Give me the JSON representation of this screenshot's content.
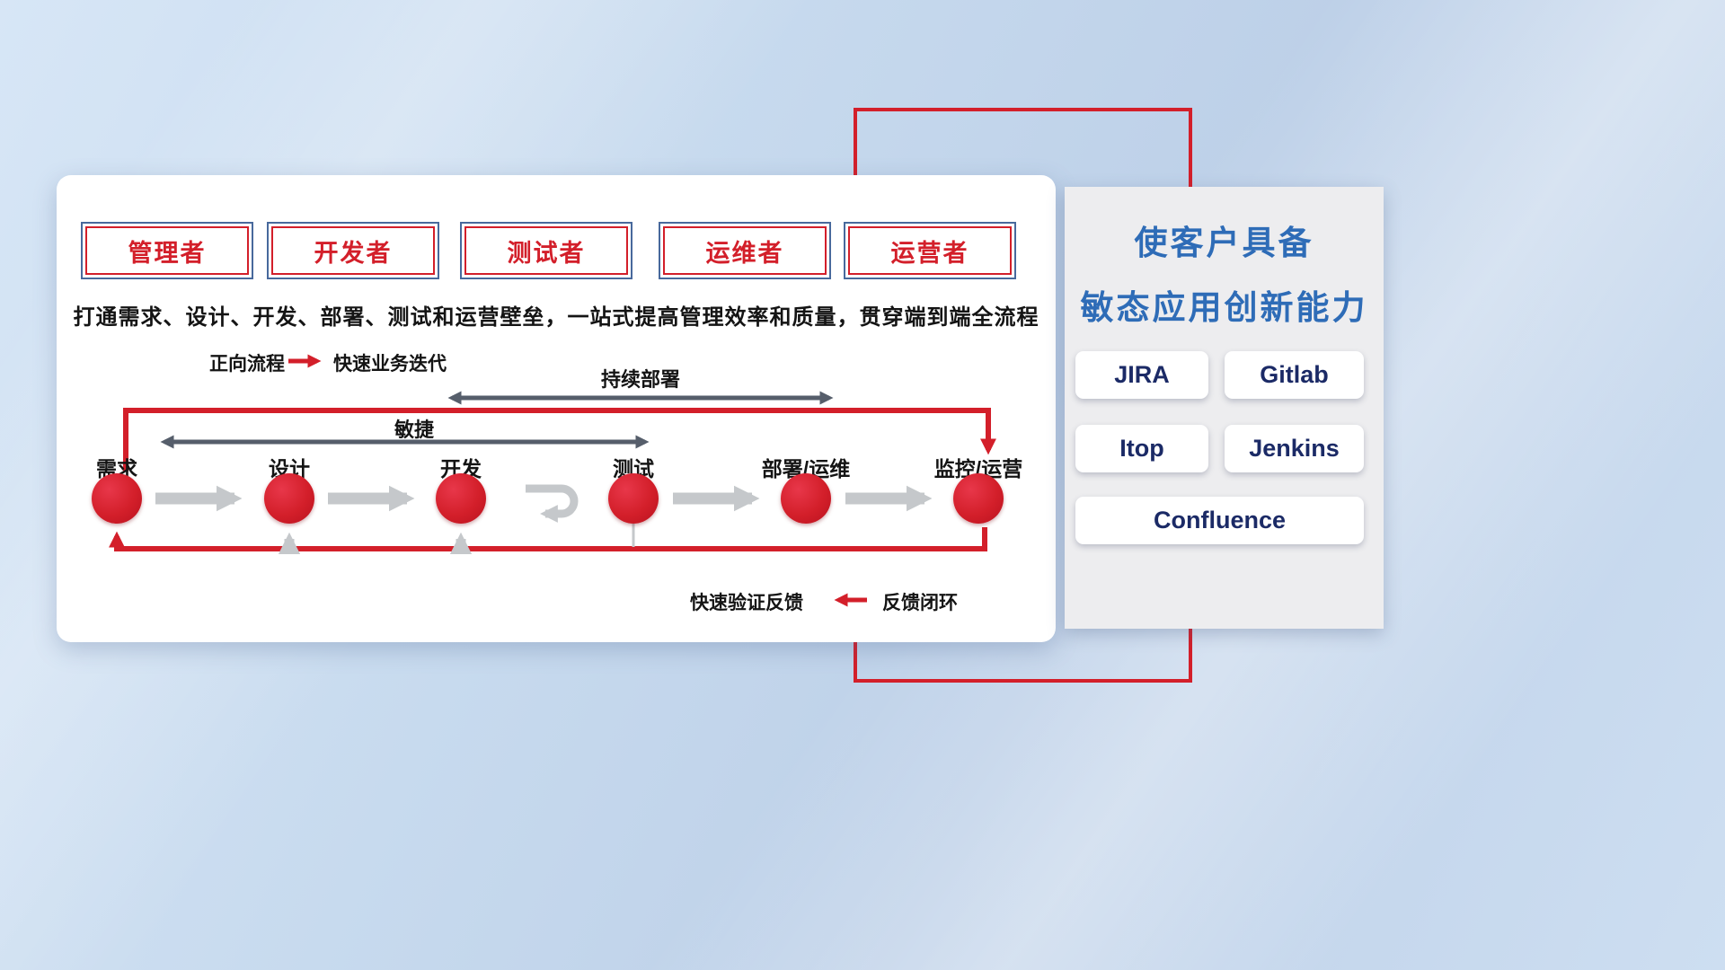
{
  "colors": {
    "accent_red": "#d31f2a",
    "dark_arrow": "#565e6b",
    "light_arrow": "#c5c8cb",
    "title_blue": "#2e6cb7",
    "tool_text_navy": "#1b2a66",
    "box_border_blue": "#48699c"
  },
  "panel": {
    "roles": [
      "管理者",
      "开发者",
      "测试者",
      "运维者",
      "运营者"
    ],
    "subtitle": "打通需求、设计、开发、部署、测试和运营壁垒，一站式提高管理效率和质量，贯穿端到端全流程",
    "forward_legend": {
      "label": "正向流程",
      "desc": "快速业务迭代"
    },
    "continuous_deploy_label": "持续部署",
    "agile_label": "敏捷",
    "stages": [
      "需求",
      "设计",
      "开发",
      "测试",
      "部署/运维",
      "监控/运营"
    ],
    "feedback_legend": {
      "label": "快速验证反馈",
      "desc": "反馈闭环"
    }
  },
  "sidebar": {
    "title_line1": "使客户具备",
    "title_line2": "敏态应用创新能力",
    "tools": [
      "JIRA",
      "Gitlab",
      "Itop",
      "Jenkins",
      "Confluence"
    ]
  }
}
